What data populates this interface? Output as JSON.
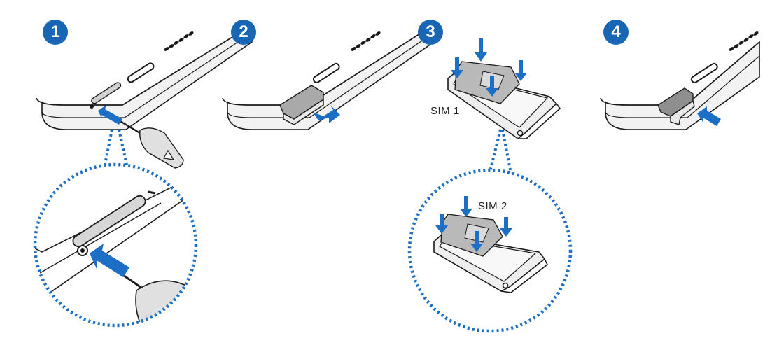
{
  "colors": {
    "badge": "#1866b4",
    "arrow": "#1c6fc4",
    "dots": "#1c6fc4",
    "line": "#1a1a1a",
    "body": "#f2f2f2",
    "tray": "#e6e6e6",
    "sim": "#b9b9b9"
  },
  "steps": [
    {
      "number": "1"
    },
    {
      "number": "2"
    },
    {
      "number": "3"
    },
    {
      "number": "4"
    }
  ],
  "labels": {
    "sim1": "SIM 1",
    "sim2": "SIM 2"
  },
  "icons": {
    "eject_pin": "ejection-pin-icon",
    "arrow": "push-arrow-icon",
    "tray": "sim-tray-icon"
  }
}
